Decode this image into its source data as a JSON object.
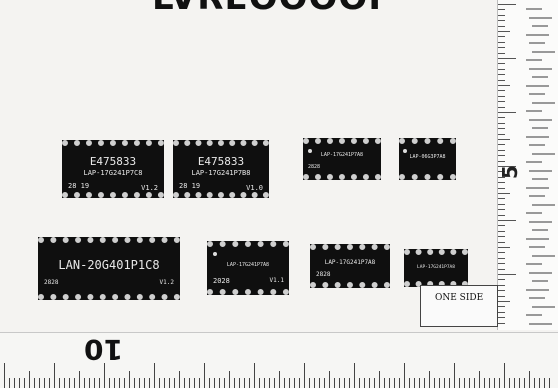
{
  "title_crop": "LVREOOOOI",
  "ruler": {
    "vertical_number": "5",
    "horizontal_number": "10"
  },
  "one_side_label": "ONE SIDE",
  "chips": [
    {
      "line1": "E475833",
      "line2": "LAP-17G241P7C8",
      "corner_left": "28 19",
      "corner_right": "V1.2"
    },
    {
      "line1": "E475833",
      "line2": "LAP-17G241P7B8",
      "corner_left": "28 19",
      "corner_right": "V1.0"
    },
    {
      "line1": "LAP-17G241P7A8",
      "line2": "",
      "corner_left": "2828",
      "corner_right": ""
    },
    {
      "line1": "LAP-06G3P7A8",
      "line2": "",
      "corner_left": "",
      "corner_right": ""
    },
    {
      "line1": "LAN-20G401P1C8",
      "line2": "",
      "corner_left": "2828",
      "corner_right": "V1.2"
    },
    {
      "line1": "LAP-17G241P7A8",
      "line2": "",
      "corner_left": "2028",
      "corner_right": "V1.1"
    },
    {
      "line1": "LAP-17G241P7A8",
      "line2": "",
      "corner_left": "2828",
      "corner_right": ""
    },
    {
      "line1": "LAP-17G241P7A8",
      "line2": "",
      "corner_left": "",
      "corner_right": ""
    }
  ],
  "colors": {
    "background": "#f4f3f1",
    "chip_body": "#0f0f0f",
    "chip_text": "#e8e8e8"
  }
}
